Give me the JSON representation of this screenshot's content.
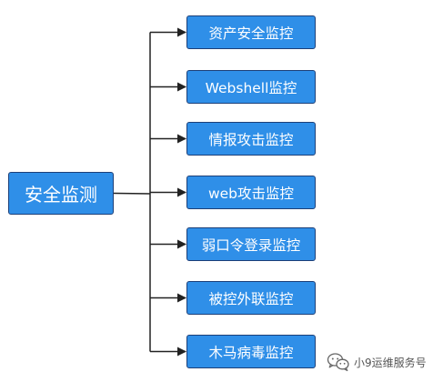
{
  "diagram": {
    "root": "安全监测",
    "children": [
      "资产安全监控",
      "Webshell监控",
      "情报攻击监控",
      "web攻击监控",
      "弱口令登录监控",
      "被控外联监控",
      "木马病毒监控"
    ]
  },
  "colors": {
    "node_fill": "#2f8fe8",
    "node_border": "#1c3f78",
    "connector": "#222222"
  },
  "watermark": {
    "icon": "wechat-icon",
    "text": "小9运维服务号"
  }
}
